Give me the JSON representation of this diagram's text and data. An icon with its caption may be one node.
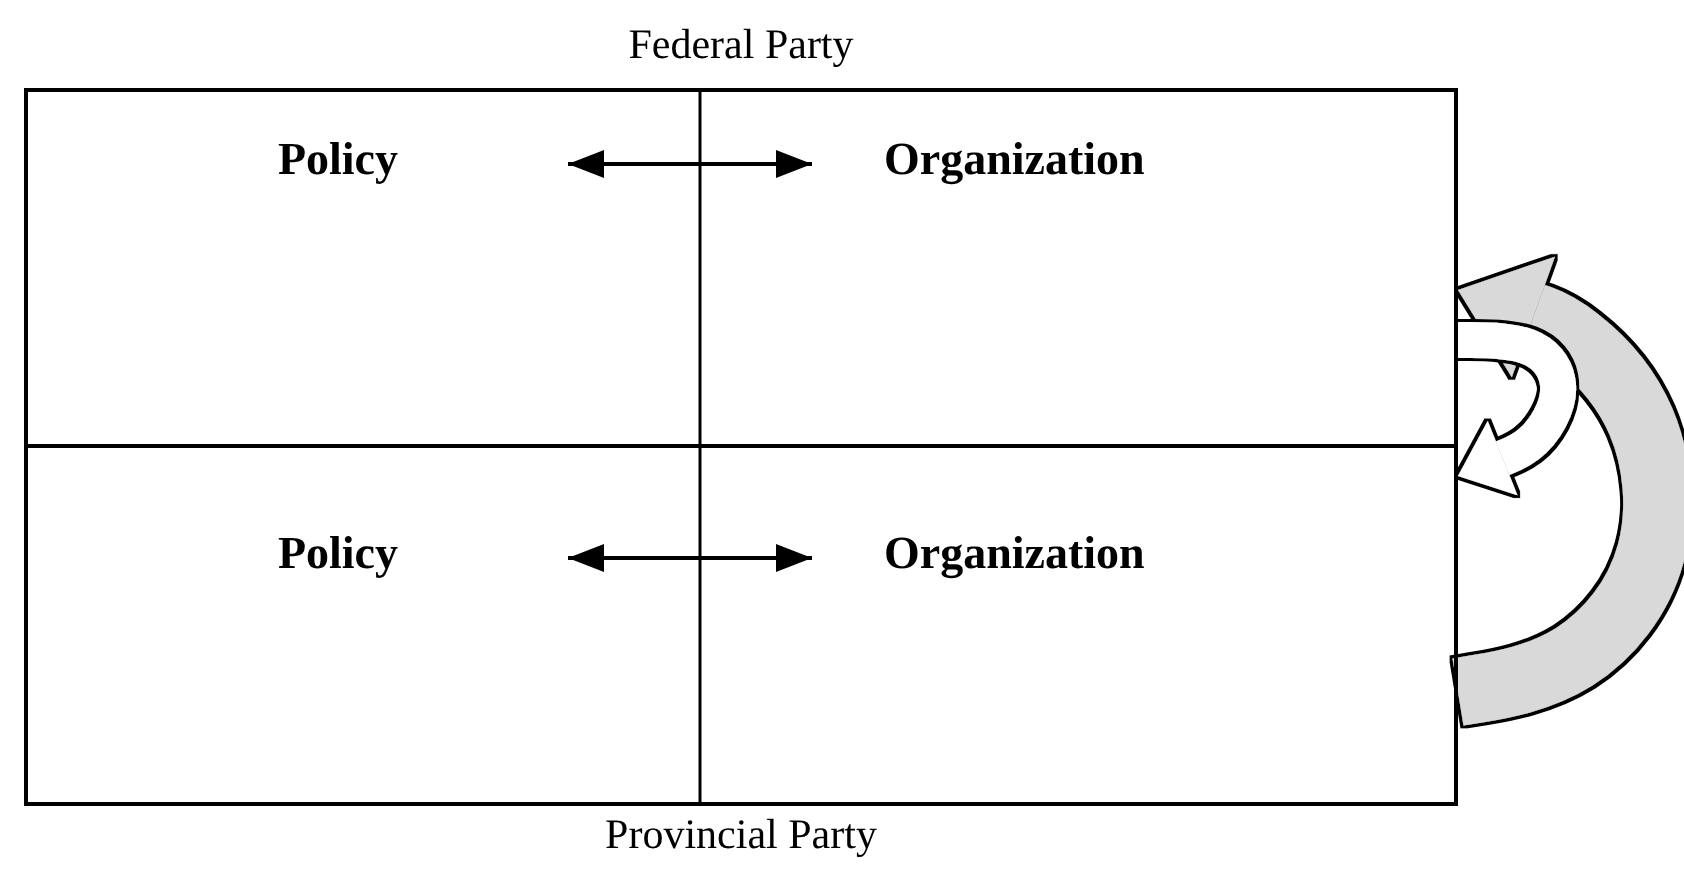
{
  "diagram": {
    "nodes": [
      {
        "text": [
          "Federal Party"
        ]
      },
      {
        "text": [
          "Policy"
        ],
        "in": 0
      },
      {
        "text": [
          "Organization"
        ],
        "in": 0
      },
      {
        "text": [
          "Provincial Party"
        ]
      },
      {
        "text": [
          "Policy"
        ],
        "in": 3
      },
      {
        "text": [
          "Organization"
        ],
        "in": 3
      }
    ],
    "edges": [
      {
        "from": 1,
        "to": 2,
        "arrow": "both"
      },
      {
        "from": 4,
        "to": 5,
        "arrow": "both"
      },
      {
        "from": 3,
        "to": 0,
        "arrow": "to",
        "style": "thick",
        "color": "#d9d9d9"
      },
      {
        "from": 0,
        "to": 3,
        "arrow": "to",
        "style": "thick",
        "color": "#ffffff"
      }
    ]
  }
}
